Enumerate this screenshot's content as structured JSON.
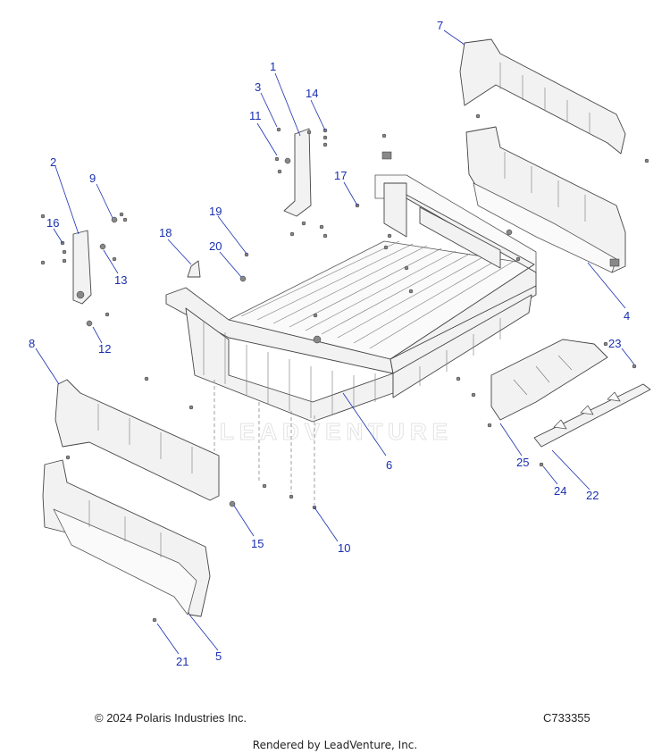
{
  "diagram": {
    "watermark": "LEADVENTURE",
    "callouts": [
      "1",
      "2",
      "3",
      "4",
      "5",
      "6",
      "7",
      "8",
      "9",
      "10",
      "11",
      "12",
      "13",
      "14",
      "15",
      "16",
      "17",
      "18",
      "19",
      "20",
      "21",
      "22",
      "23",
      "24",
      "25"
    ]
  },
  "footer": {
    "copyright": "© 2024 Polaris Industries Inc.",
    "drawing_code": "C733355",
    "rendered_by": "Rendered by LeadVenture, Inc."
  }
}
